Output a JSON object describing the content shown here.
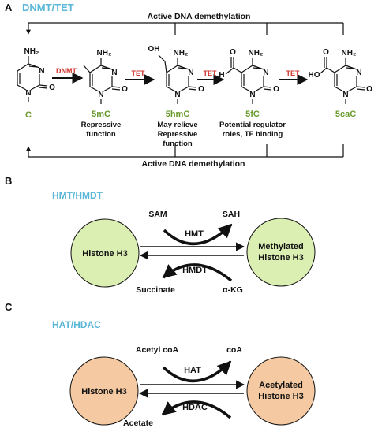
{
  "colors": {
    "panel_title": "#5bb7d8",
    "compound": "#6a9a2e",
    "enzyme_red": "#d0332b",
    "histone_green": "#dbefb3",
    "histone_orange": "#f5c9a1",
    "ink": "#111111"
  },
  "panelA": {
    "letter": "A",
    "title": "DNMT/TET",
    "top_label": "Active DNA demethylation",
    "bottom_label": "Active DNA demethylation",
    "arrows": [
      "DNMT",
      "TET",
      "TET",
      "TET"
    ],
    "compounds": [
      {
        "name": "C",
        "desc": []
      },
      {
        "name": "5mC",
        "desc": [
          "Repressive",
          "function"
        ]
      },
      {
        "name": "5hmC",
        "desc": [
          "May relieve",
          "Repressive",
          "function"
        ]
      },
      {
        "name": "5fC",
        "desc": [
          "Potential regulator",
          "roles, TF binding"
        ]
      },
      {
        "name": "5caC",
        "desc": []
      }
    ],
    "atoms": {
      "nh2": "NH₂",
      "n": "N",
      "o": "O",
      "oh": "OH",
      "h": "H",
      "ho": "HO"
    }
  },
  "panelB": {
    "letter": "B",
    "title": "HMT/HMDT",
    "left_node": "Histone H3",
    "right_node": [
      "Methylated",
      "Histone H3"
    ],
    "forward_enzyme": "HMT",
    "reverse_enzyme": "HMDT",
    "top_left": "SAM",
    "top_right": "SAH",
    "bottom_left": "Succinate",
    "bottom_right": "α-KG"
  },
  "panelC": {
    "letter": "C",
    "title": "HAT/HDAC",
    "left_node": "Histone H3",
    "right_node": [
      "Acetylated",
      "Histone H3"
    ],
    "forward_enzyme": "HAT",
    "reverse_enzyme": "HDAC",
    "top_left": "Acetyl coA",
    "top_right": "coA",
    "bottom_left": "Acetate"
  }
}
